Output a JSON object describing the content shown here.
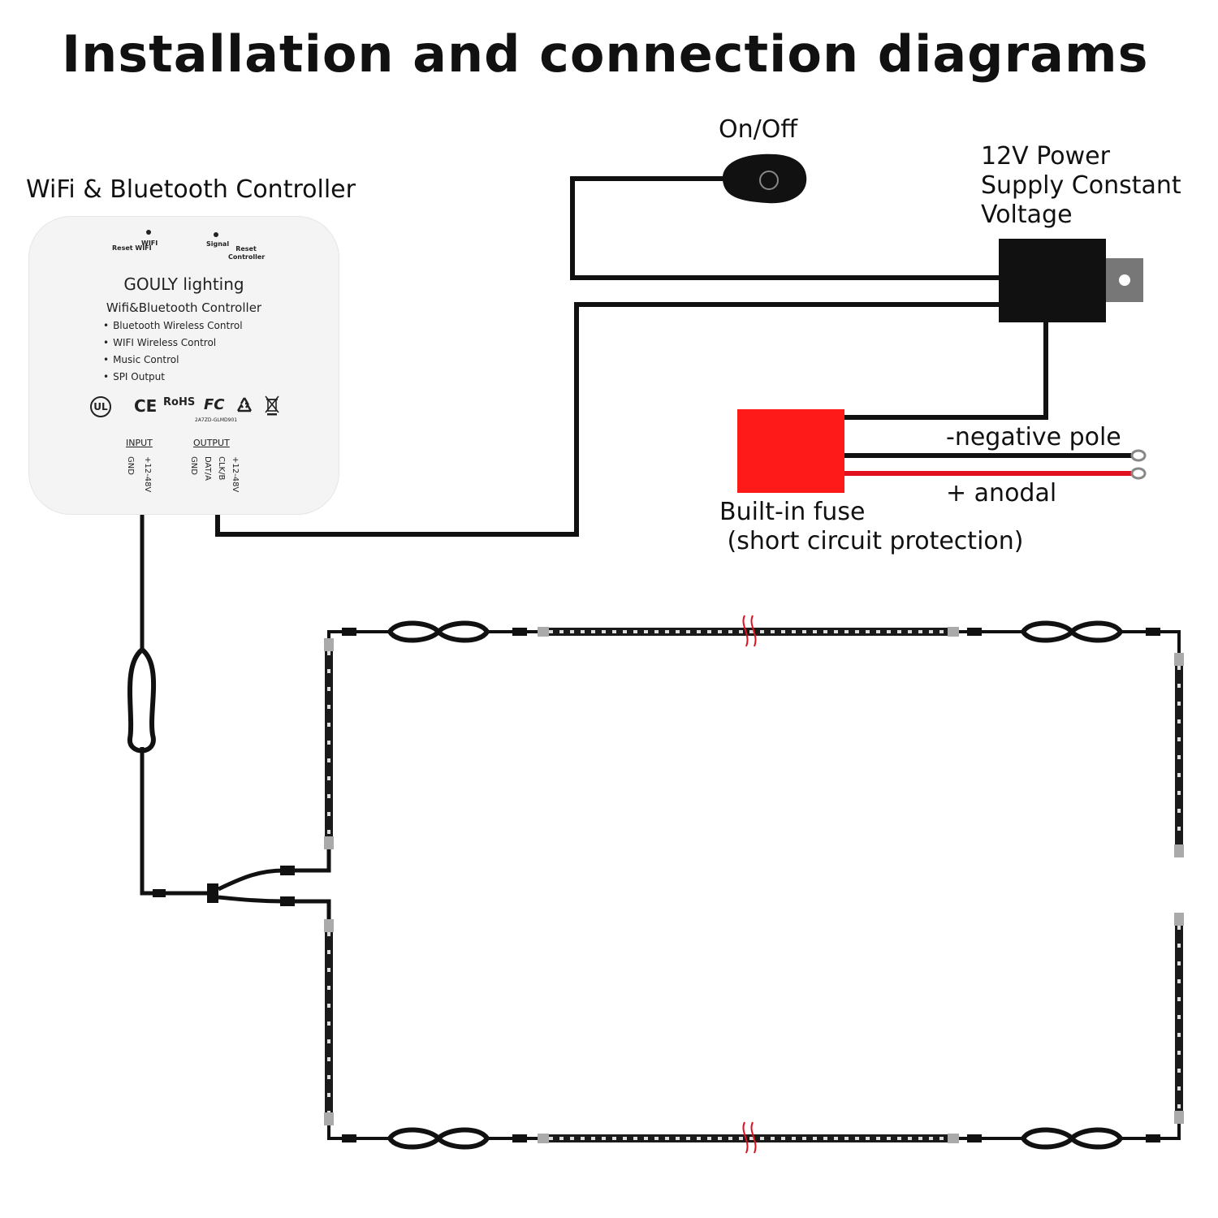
{
  "title": "Installation and connection diagrams",
  "controller": {
    "title": "WiFi & Bluetooth Controller",
    "reset_wifi": "Reset WIFI",
    "wifi_led": "WIFI",
    "signal_led": "Signal",
    "reset_controller": "Reset Controller",
    "brand": "GOULY lighting",
    "subtitle": "Wifi&Bluetooth Controller",
    "features": [
      "Bluetooth  Wireless Control",
      "WIFI Wireless Control",
      "Music Control",
      "SPI Output"
    ],
    "certs": [
      "UL",
      "CE",
      "RoHS",
      "FC"
    ],
    "model": "2A7ZD-GLMD901",
    "input_label": "INPUT",
    "input_pins": [
      "GND",
      "+12-48V"
    ],
    "output_label": "OUTPUT",
    "output_pins": [
      "GND",
      "DAT/A",
      "CLK/B",
      "+12-48V"
    ]
  },
  "switch": {
    "label": "On/Off"
  },
  "power_supply": {
    "label_lines": [
      "12V Power",
      "Supply Constant",
      "Voltage"
    ]
  },
  "fuse": {
    "label_lines": [
      "Built-in fuse",
      " (short circuit protection)"
    ]
  },
  "leads": {
    "negative": "-negative pole",
    "positive": "+ anodal"
  },
  "colors": {
    "wire": "#111111",
    "fuse": "#ff1a1a",
    "positive_wire": "#e01020",
    "strip": "#1a1a1a",
    "controller_body": "#f4f4f4"
  },
  "icons": [
    "power-switch-icon",
    "recycle-icon",
    "weee-bin-icon",
    "ring-terminal-icon",
    "wire-coil-icon"
  ]
}
